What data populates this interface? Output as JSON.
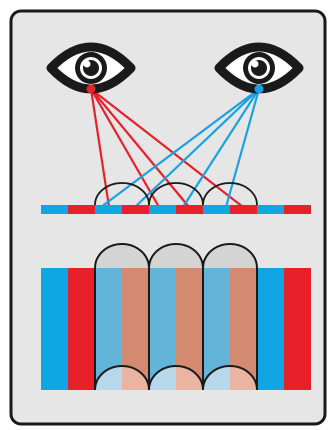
{
  "colors": {
    "card_fill": "#e6e6e6",
    "card_stroke": "#1a1a1a",
    "left_eye_color": "#e8202a",
    "right_eye_color": "#1ba1e2",
    "red_strip": "#e8202a",
    "blue_strip": "#10a6e4",
    "lens_fill": "#e6e6e6",
    "lens_stroke": "#1a1a1a",
    "lens_column_fill": "#d4d4d4",
    "interlaced_blue": "#62b4d8",
    "interlaced_red": "#d48a70",
    "base_blue": "#b6d8ea",
    "base_red": "#ebb4a2"
  },
  "icons": {
    "left_eye": "eye-icon",
    "right_eye": "eye-icon"
  },
  "diagram": {
    "description_elements": [
      "viewer-eye-left",
      "viewer-eye-right",
      "sight-lines",
      "lenticular-lens-strip",
      "interlaced-image-strip",
      "magnified-lens-cross-section"
    ]
  }
}
